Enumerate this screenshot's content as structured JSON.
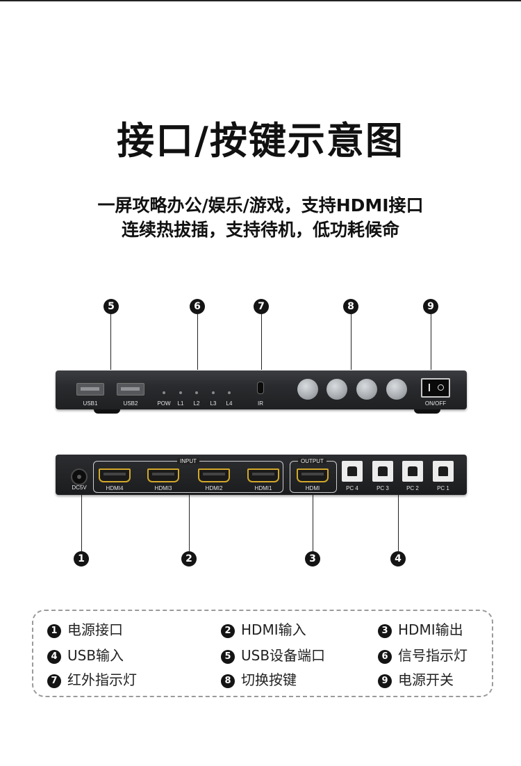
{
  "title": "接口/按键示意图",
  "subtitle_line1": "一屏攻略办公/娱乐/游戏，支持HDMI接口",
  "subtitle_line2": "连续热拔插，支持待机，低功耗候命",
  "markers": [
    "1",
    "2",
    "3",
    "4",
    "5",
    "6",
    "7",
    "8",
    "9"
  ],
  "front_panel": {
    "usb1": "USB1",
    "usb2": "USB2",
    "pow": "POW",
    "l1": "L1",
    "l2": "L2",
    "l3": "L3",
    "l4": "L4",
    "ir": "IR",
    "onoff": "ON/OFF"
  },
  "back_panel": {
    "dc": "DC5V",
    "input": "INPUT",
    "output": "OUTPUT",
    "hdmi4": "HDMI4",
    "hdmi3": "HDMI3",
    "hdmi2": "HDMI2",
    "hdmi1": "HDMI1",
    "hdmi_out": "HDMI",
    "pc4": "PC 4",
    "pc3": "PC 3",
    "pc2": "PC 2",
    "pc1": "PC 1"
  },
  "legend": [
    {
      "num": "1",
      "text": "电源接口"
    },
    {
      "num": "2",
      "text": "HDMI输入"
    },
    {
      "num": "3",
      "text": "HDMI输出"
    },
    {
      "num": "4",
      "text": "USB输入"
    },
    {
      "num": "5",
      "text": "USB设备端口"
    },
    {
      "num": "6",
      "text": "信号指示灯"
    },
    {
      "num": "7",
      "text": "红外指示灯"
    },
    {
      "num": "8",
      "text": "切换按键"
    },
    {
      "num": "9",
      "text": "电源开关"
    }
  ]
}
